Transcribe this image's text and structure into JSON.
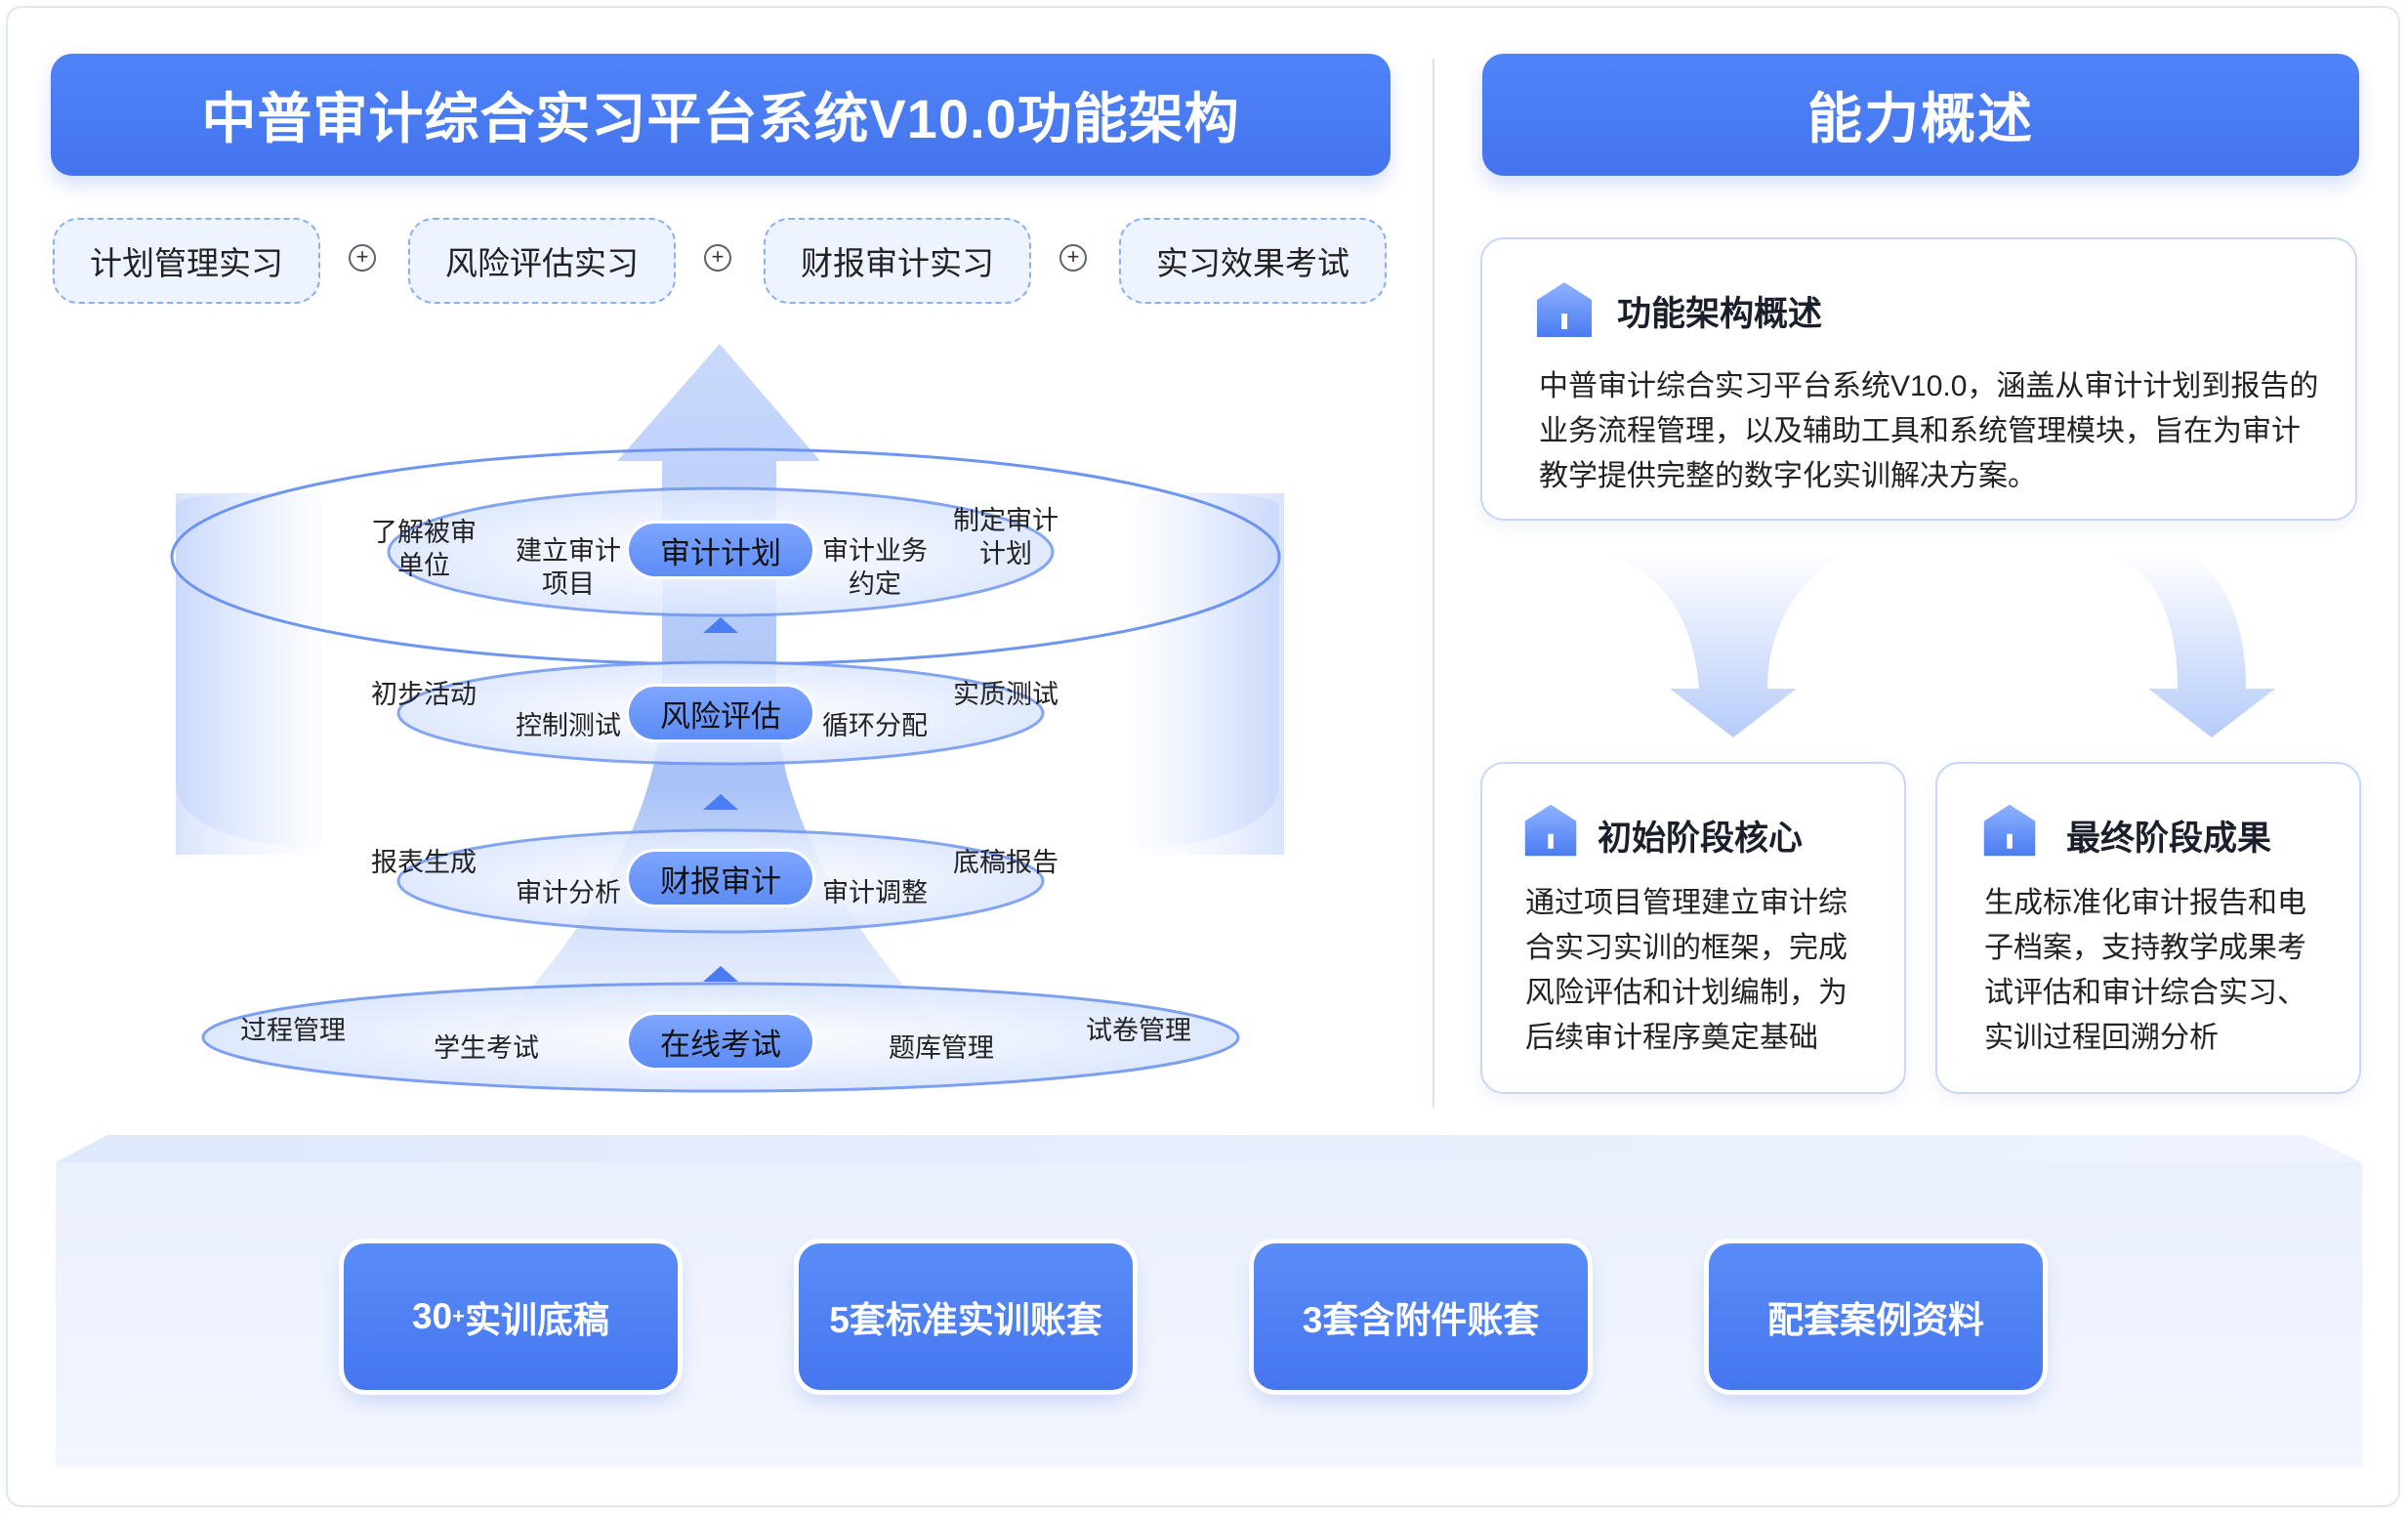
{
  "left_title": "中普审计综合实习平台系统V10.0功能架构",
  "right_title": "能力概述",
  "modules": [
    "计划管理实习",
    "风险评估实习",
    "财报审计实习",
    "实习效果考试"
  ],
  "plus_sign": "+",
  "tiers": [
    {
      "center": "审计计划",
      "labels": [
        "了解被审\n单位",
        "建立审计\n项目",
        "审计业务\n约定",
        "制定审计\n计划"
      ]
    },
    {
      "center": "风险评估",
      "labels": [
        "初步活动",
        "控制测试",
        "循环分配",
        "实质测试"
      ]
    },
    {
      "center": "财报审计",
      "labels": [
        "报表生成",
        "审计分析",
        "审计调整",
        "底稿报告"
      ]
    },
    {
      "center": "在线考试",
      "labels": [
        "过程管理",
        "学生考试",
        "题库管理",
        "试卷管理"
      ]
    }
  ],
  "overview_card": {
    "title": "功能架构概述",
    "text": "中普审计综合实习平台系统V10.0，涵盖从审计计划到报告的业务流程管理，以及辅助工具和系统管理模块，旨在为审计教学提供完整的数字化实训解决方案。"
  },
  "core_card": {
    "title": "初始阶段核心",
    "text": "通过项目管理建立审计综合实习实训的框架，完成风险评估和计划编制，为后续审计程序奠定基础"
  },
  "result_card": {
    "title": "最终阶段成果",
    "text": "生成标准化审计报告和电子档案，支持教学成果考试评估和审计综合实习、实训过程回溯分析"
  },
  "features": [
    {
      "label": "30",
      "sup": "+",
      "suffix": "实训底稿"
    },
    {
      "label": "5套标准实训账套"
    },
    {
      "label": "3套含附件账套"
    },
    {
      "label": "配套案例资料"
    }
  ],
  "colors": {
    "accent": "#4a7cf2",
    "light": "#eef4ff",
    "border": "#c9d8f6"
  }
}
